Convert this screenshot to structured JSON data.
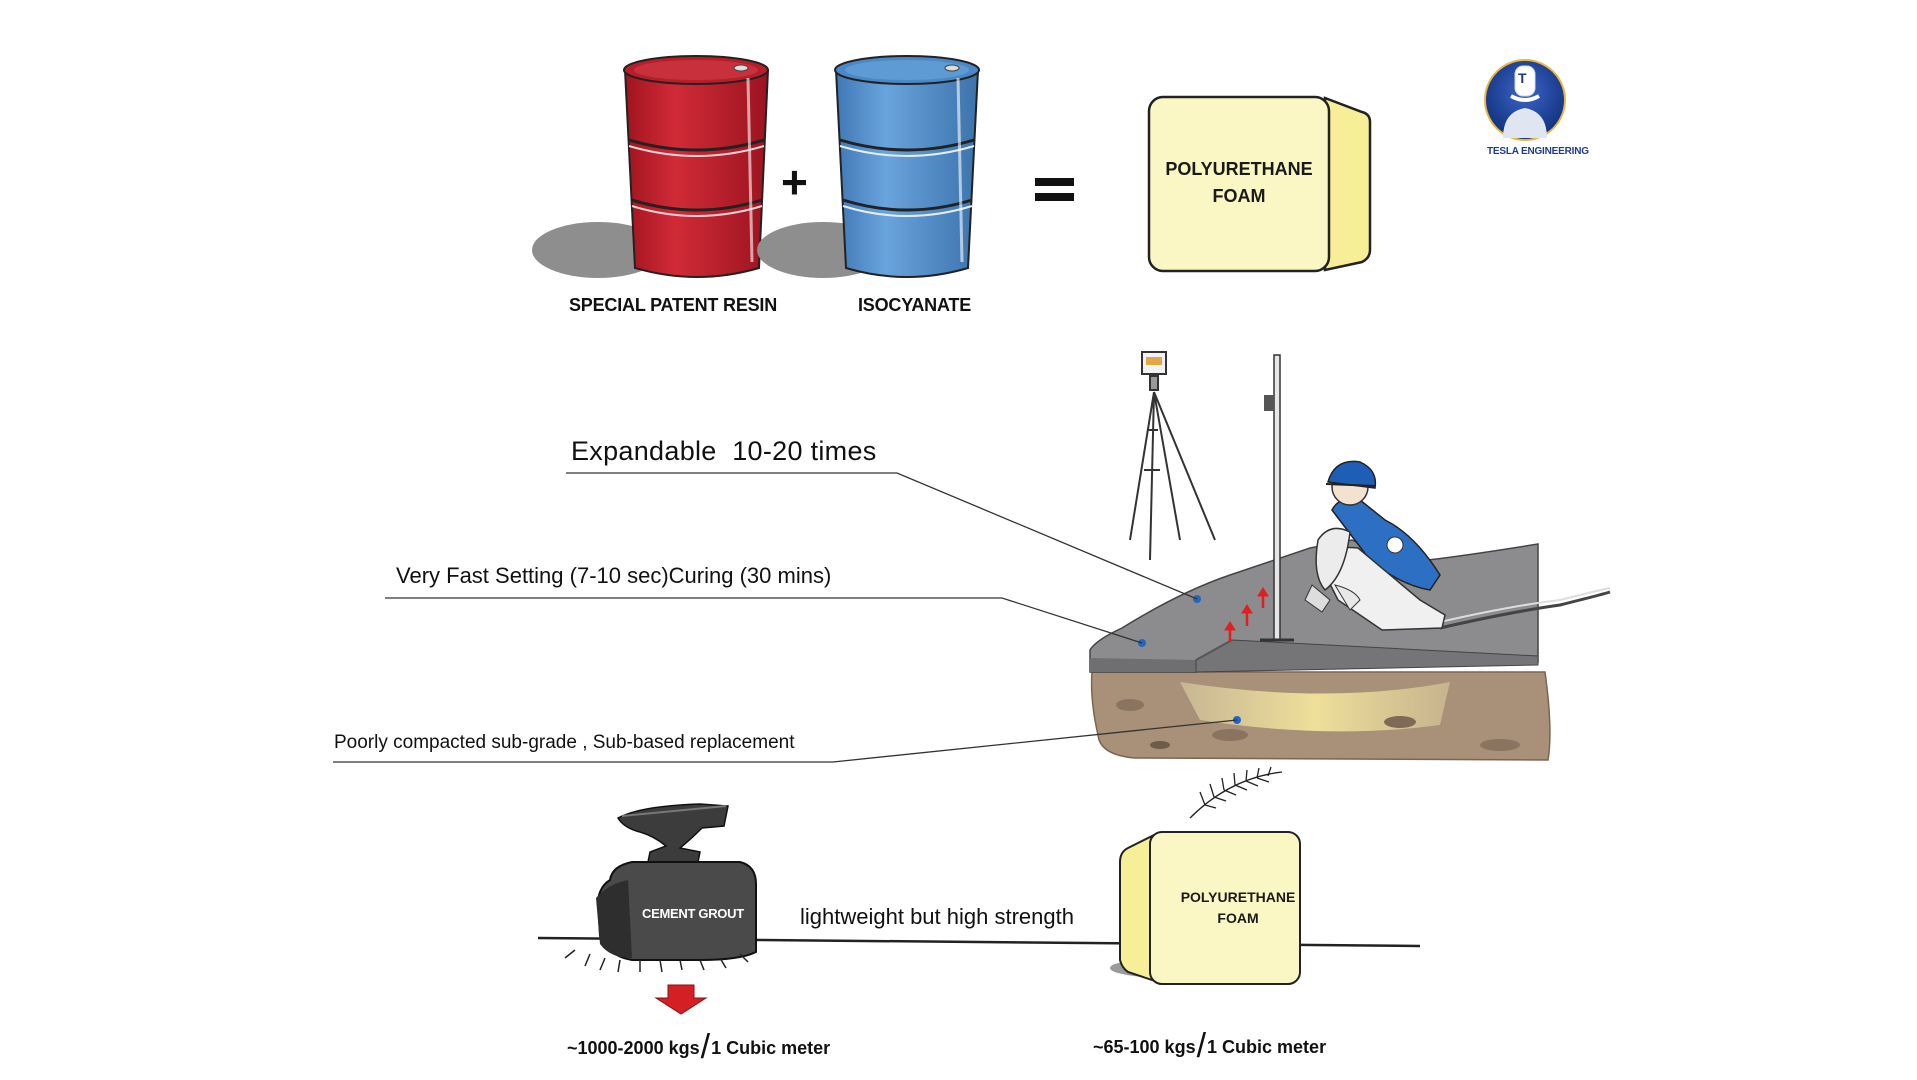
{
  "equation": {
    "resin_label": "SPECIAL PATENT RESIN",
    "isocyanate_label": "ISOCYANATE",
    "plus": "+",
    "equals": "=",
    "product_line1": "POLYURETHANE",
    "product_line2": "FOAM"
  },
  "logo": {
    "letter": "T",
    "name": "TESLA ENGINEERING"
  },
  "callouts": {
    "expandable": "Expandable  10-20 times",
    "setting": "Very Fast Setting (7-10 sec)Curing (30 mins)",
    "subgrade": "Poorly compacted sub-grade , Sub-based replacement"
  },
  "comparison": {
    "cement_label": "CEMENT GROUT",
    "foam_line1": "POLYURETHANE",
    "foam_line2": "FOAM",
    "middle_text": "lightweight but high strength",
    "cement_weight": "~1000-2000 kgs",
    "foam_weight": "~65-100 kgs",
    "slash": "/",
    "unit": "1 Cubic meter"
  },
  "colors": {
    "resin_drum": "#c0212f",
    "isocyanate_drum": "#5b95d0",
    "foam": "#fbf7c2",
    "foam_side": "#f6f09a",
    "concrete": "#8c8c8e",
    "soil": "#a8907a",
    "cement_block": "#4a4a4a",
    "marker": "#1f67c4",
    "arrow": "#e02020"
  }
}
